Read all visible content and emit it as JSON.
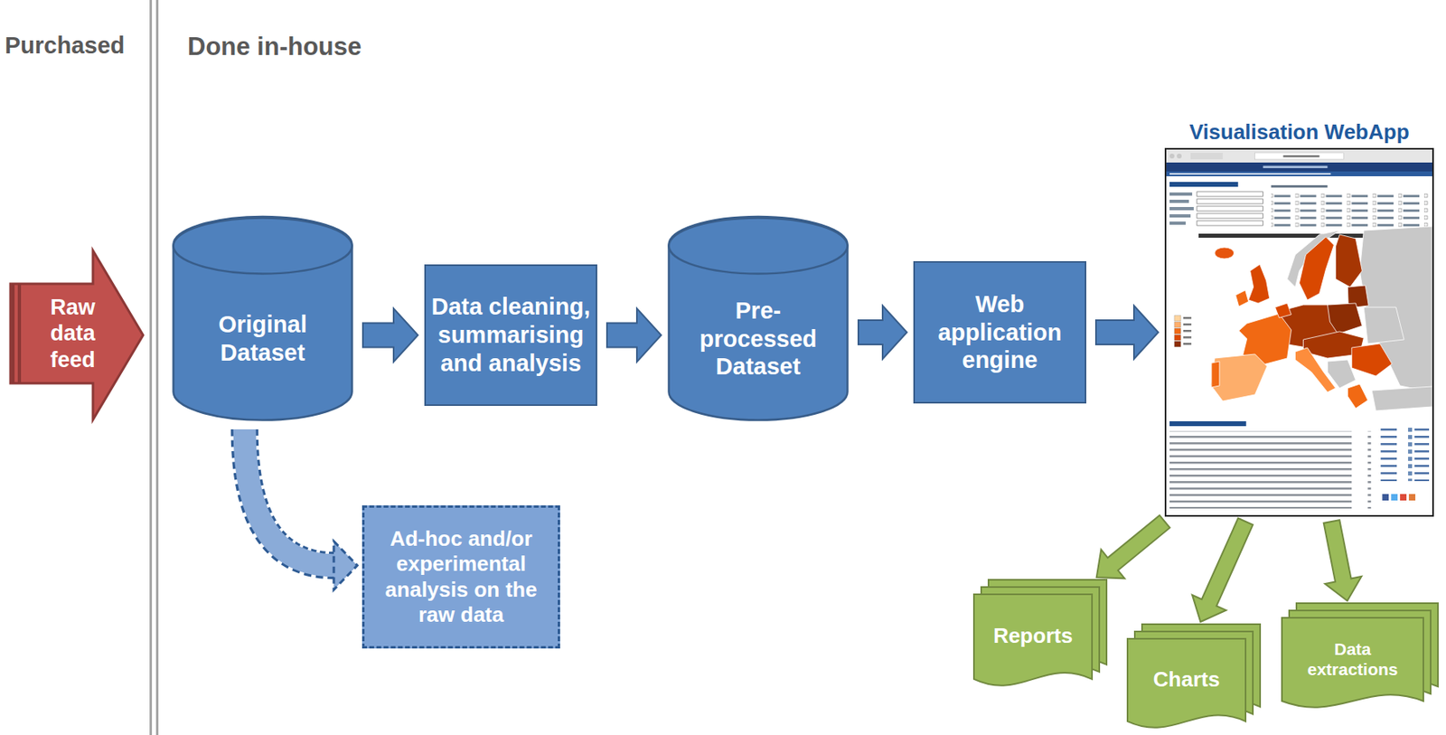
{
  "diagram": {
    "nodes": [
      {
        "text": [
          "Raw data feed"
        ]
      },
      {
        "text": [
          "Original Dataset"
        ]
      },
      {
        "text": [
          "Data cleaning, summarising and analysis"
        ]
      },
      {
        "text": [
          "Pre-processed Dataset"
        ]
      },
      {
        "text": [
          "Web application engine"
        ]
      },
      {
        "text": [
          "Visualisation WebApp"
        ]
      },
      {
        "text": [
          "Ad-hoc and/or experimental analysis on the raw data"
        ]
      },
      {
        "text": [
          "Reports"
        ]
      },
      {
        "text": [
          "Charts"
        ]
      },
      {
        "text": [
          "Data extractions"
        ]
      }
    ],
    "edges": [
      {
        "from": 1,
        "to": 2,
        "arrow": "to"
      },
      {
        "from": 2,
        "to": 3,
        "arrow": "to"
      },
      {
        "from": 3,
        "to": 4,
        "arrow": "to"
      },
      {
        "from": 4,
        "to": 5,
        "arrow": "to"
      },
      {
        "from": 1,
        "to": 6,
        "arrow": "to"
      },
      {
        "from": 5,
        "to": 7,
        "arrow": "to"
      },
      {
        "from": 5,
        "to": 8,
        "arrow": "to"
      },
      {
        "from": 5,
        "to": 9,
        "arrow": "to"
      }
    ],
    "labels": [
      "Purchased",
      "Done in-house"
    ]
  }
}
